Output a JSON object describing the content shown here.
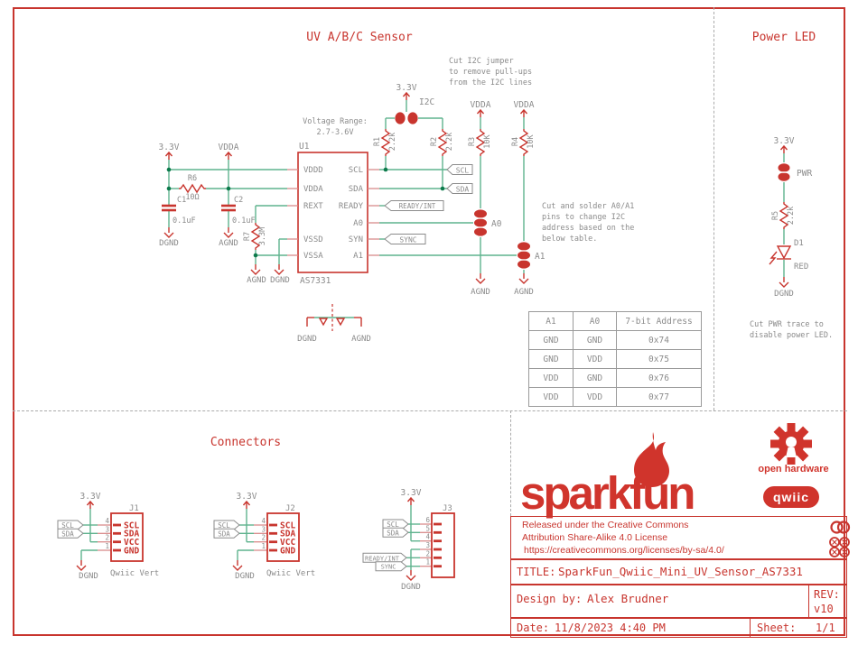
{
  "sections": {
    "sensor": "UV A/B/C Sensor",
    "power": "Power LED",
    "connectors": "Connectors"
  },
  "notes": {
    "voltage_range_1": "Voltage Range:",
    "voltage_range_2": "2.7-3.6V",
    "i2c_1": "Cut I2C jumper",
    "i2c_2": "to remove pull-ups",
    "i2c_3": "from the I2C lines",
    "addr_1": "Cut and solder A0/A1",
    "addr_2": "pins to change I2C",
    "addr_3": "address based on the",
    "addr_4": "below table.",
    "pwr_1": "Cut PWR trace to",
    "pwr_2": "disable power LED."
  },
  "nets": {
    "v33": "3.3V",
    "vdda": "VDDA",
    "dgnd": "DGND",
    "agnd": "AGND",
    "scl": "SCL",
    "sda": "SDA",
    "ready": "READY/INT",
    "sync": "SYNC"
  },
  "jumpers": {
    "i2c": "I2C",
    "a0": "A0",
    "a1": "A1",
    "pwr": "PWR"
  },
  "chip": {
    "ref": "U1",
    "value": "AS7331",
    "pins_left": [
      "VDDD",
      "VDDA",
      "REXT",
      "VSSD",
      "VSSA"
    ],
    "pins_right": [
      "SCL",
      "SDA",
      "READY",
      "A0",
      "SYN",
      "A1"
    ]
  },
  "parts": {
    "r1": {
      "ref": "R1",
      "value": "2.2k"
    },
    "r2": {
      "ref": "R2",
      "value": "2.2k"
    },
    "r3": {
      "ref": "R3",
      "value": "10K"
    },
    "r4": {
      "ref": "R4",
      "value": "10K"
    },
    "r5": {
      "ref": "R5",
      "value": "2.2k"
    },
    "r6": {
      "ref": "R6",
      "value": "10Ω"
    },
    "r7": {
      "ref": "R7",
      "value": "3.3M"
    },
    "c1": {
      "ref": "C1",
      "value": "0.1uF"
    },
    "c2": {
      "ref": "C2",
      "value": "0.1uF"
    },
    "d1": {
      "ref": "D1",
      "value": "RED"
    }
  },
  "connectors": {
    "j1": {
      "ref": "J1",
      "value": "Qwiic Vert",
      "pin_numbers": [
        "4",
        "3",
        "2",
        "1"
      ],
      "pin_names": [
        "SCL",
        "SDA",
        "VCC",
        "GND"
      ]
    },
    "j2": {
      "ref": "J2",
      "value": "Qwiic Vert",
      "pin_numbers": [
        "4",
        "3",
        "2",
        "1"
      ],
      "pin_names": [
        "SCL",
        "SDA",
        "VCC",
        "GND"
      ]
    },
    "j3": {
      "ref": "J3",
      "pin_numbers": [
        "6",
        "5",
        "4",
        "3",
        "2",
        "1"
      ]
    }
  },
  "address_table": {
    "headers": [
      "A1",
      "A0",
      "7-bit Address"
    ],
    "rows": [
      [
        "GND",
        "GND",
        "0x74"
      ],
      [
        "GND",
        "VDD",
        "0x75"
      ],
      [
        "VDD",
        "GND",
        "0x76"
      ],
      [
        "VDD",
        "VDD",
        "0x77"
      ]
    ]
  },
  "title_block": {
    "license_line1": "Released under the Creative Commons",
    "license_line2": "Attribution Share-Alike 4.0 License",
    "license_line3": "https://creativecommons.org/licenses/by-sa/4.0/",
    "title_label": "TITLE:",
    "title": "SparkFun_Qwiic_Mini_UV_Sensor_AS7331",
    "design_label": "Design by:",
    "designer": "Alex Brudner",
    "rev_label": "REV:",
    "rev": "v10",
    "date_label": "Date:",
    "date": "11/8/2023 4:40 PM",
    "sheet_label": "Sheet:",
    "sheet": "1/1",
    "brand": "sparkfun",
    "oshw": "open hardware",
    "qwiic": "qwiic"
  }
}
